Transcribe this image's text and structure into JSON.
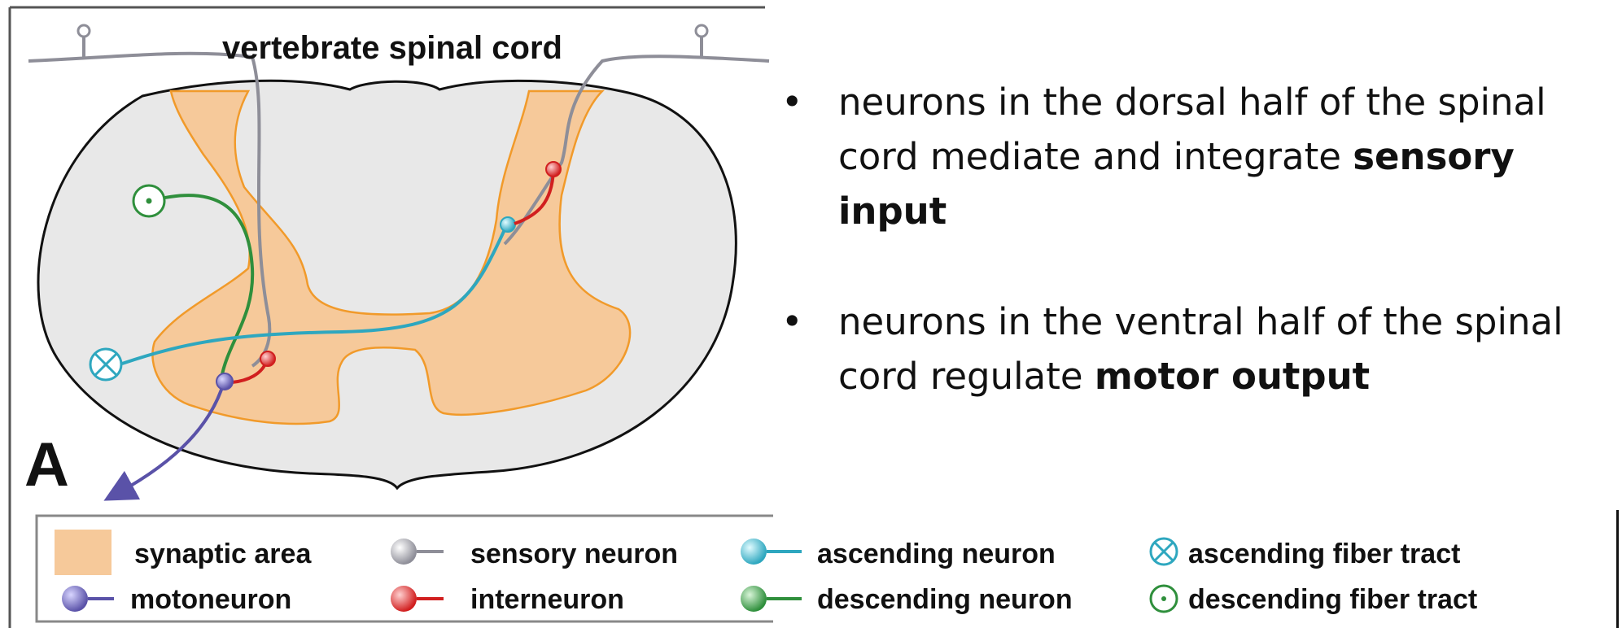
{
  "diagram": {
    "title": "vertebrate spinal cord",
    "panel_label": "A",
    "colors": {
      "synaptic_fill": "#f6c99a",
      "synaptic_stroke": "#f19a2a",
      "cord_fill": "#e8e8e8",
      "sensory": "#8e8e98",
      "motoneuron": "#5a52a8",
      "interneuron": "#d11f1f",
      "ascending": "#2ea7bf",
      "descending": "#2f8f3c"
    },
    "legend": [
      {
        "label": "synaptic area",
        "icon": "synaptic-area-swatch"
      },
      {
        "label": "sensory neuron",
        "icon": "gray-neuron-icon"
      },
      {
        "label": "ascending neuron",
        "icon": "cyan-neuron-icon"
      },
      {
        "label": "ascending fiber tract",
        "icon": "circled-x-icon"
      },
      {
        "label": "motoneuron",
        "icon": "blue-neuron-icon"
      },
      {
        "label": "interneuron",
        "icon": "red-neuron-icon"
      },
      {
        "label": "descending neuron",
        "icon": "green-neuron-icon"
      },
      {
        "label": "descending fiber tract",
        "icon": "circled-dot-icon"
      }
    ]
  },
  "bullets": [
    {
      "marker": "•",
      "line1": "neurons in the dorsal half of the spinal",
      "line2_text": "cord mediate and integrate ",
      "line2_bold": "sensory input"
    },
    {
      "marker": "•",
      "line1": "neurons in the ventral half of the spinal",
      "line2_text": "cord regulate ",
      "line2_bold": "motor output"
    }
  ]
}
